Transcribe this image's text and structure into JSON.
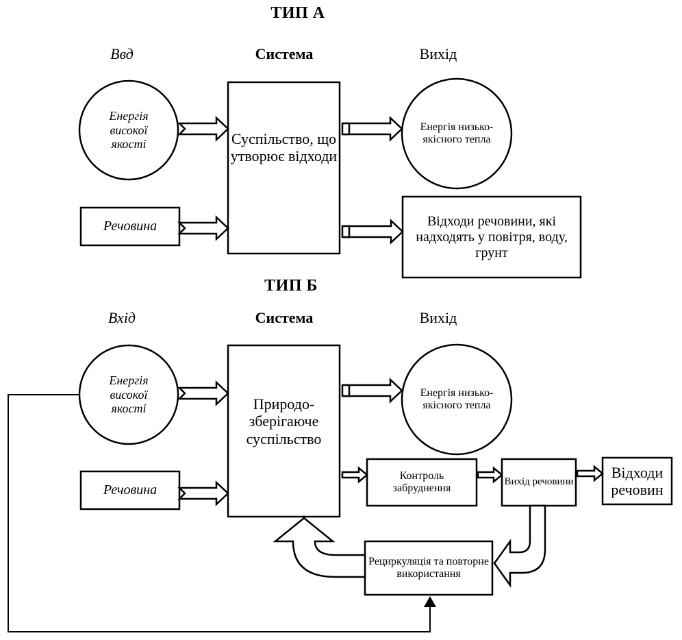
{
  "type_a": {
    "title": "ТИП А",
    "col_input": "Ввд",
    "col_system": "Система",
    "col_output": "Вихід",
    "energy_in": "Енергія високої якості",
    "substance": "Речовина",
    "system": "Суспільство, що утворює відходи",
    "energy_out": "Енергія низько-якісного тепла",
    "waste": "Відходи речовини, які надходять у повітря, воду, грунт"
  },
  "type_b": {
    "title": "ТИП Б",
    "col_input": "Вхід",
    "col_system": "Система",
    "col_output": "Вихід",
    "energy_in": "Енергія високої якості",
    "substance": "Речовина",
    "system": "Природо-зберігаюче суспільство",
    "energy_out": "Енергія низько-якісного тепла",
    "pollution_control": "Контроль забруднення",
    "substance_output": "Вихід речовини",
    "waste": "Відходи речовин",
    "recycling": "Рециркуляція та повторне використання"
  }
}
